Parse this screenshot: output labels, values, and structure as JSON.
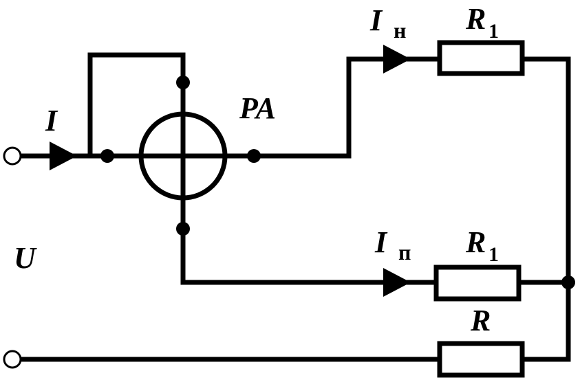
{
  "labels": {
    "source_current": "I",
    "meter": "PA",
    "voltage": "U",
    "branch1_current": "I",
    "branch1_current_sub": "н",
    "branch2_current": "I",
    "branch2_current_sub": "п",
    "r1_top": "R",
    "r1_top_sub": "1",
    "r1_mid": "R",
    "r1_mid_sub": "1",
    "r_bottom": "R"
  },
  "colors": {
    "line": "#000000",
    "background": "#ffffff"
  }
}
